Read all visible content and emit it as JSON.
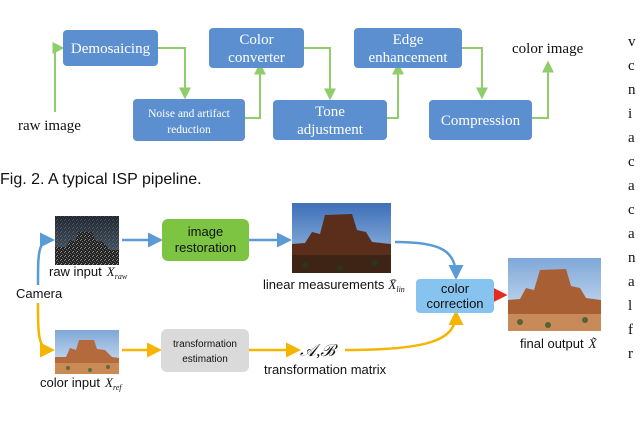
{
  "figure1": {
    "boxes": {
      "demosaicing": "Demosaicing",
      "color_converter_1": "Color",
      "color_converter_2": "converter",
      "edge_enhancement_1": "Edge",
      "edge_enhancement_2": "enhancement",
      "noise_1": "Noise and artifact",
      "noise_2": "reduction",
      "tone_1": "Tone",
      "tone_2": "adjustment",
      "compression": "Compression"
    },
    "input_label": "raw image",
    "output_label": "color image"
  },
  "caption": "Fig. 2. A typical ISP pipeline.",
  "figure2": {
    "camera_label": "Camera",
    "raw_input_label": "raw input",
    "raw_input_symbol": "X",
    "raw_input_sub": "raw",
    "color_input_label": "color input",
    "color_input_symbol": "X",
    "color_input_sub": "ref",
    "image_restoration_1": "image",
    "image_restoration_2": "restoration",
    "transformation_1": "transformation",
    "transformation_2": "estimation",
    "linear_label": "linear measurements",
    "linear_symbol": "X̄",
    "linear_sub": "lin",
    "color_correction_1": "color",
    "color_correction_2": "correction",
    "matrix_symbol": "𝒜,ℬ",
    "matrix_label": "transformation matrix",
    "final_label": "final output",
    "final_symbol": "X̃"
  },
  "right_column_letters": [
    "v",
    "c",
    "n",
    "i",
    "a",
    "c",
    "a",
    "c",
    "a",
    "n",
    "a",
    "l",
    "f",
    "r"
  ],
  "colors": {
    "box_blue": "#5b8fd0",
    "arrow_green": "#8fcc6a",
    "arrow_blue": "#5b9bd5",
    "arrow_yellow": "#f4b400",
    "restoration_green": "#7dc443",
    "estimation_gray": "#dadada",
    "correction_blue": "#87c3ef",
    "arrow_red": "#e32b1f"
  }
}
